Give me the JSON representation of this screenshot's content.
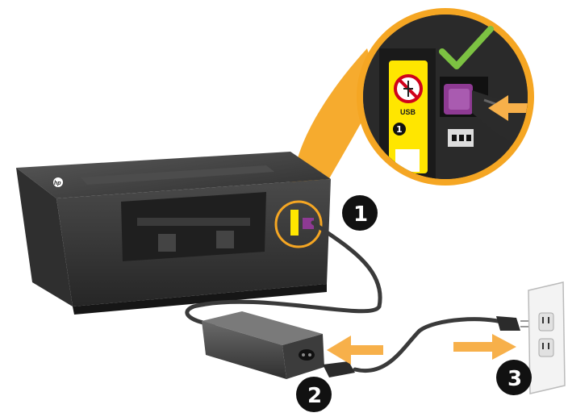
{
  "steps": [
    {
      "number": "1",
      "name": "connect-power-cord-to-printer"
    },
    {
      "number": "2",
      "name": "connect-cord-to-adapter"
    },
    {
      "number": "3",
      "name": "plug-into-wall-outlet"
    }
  ],
  "zoom_label": {
    "text": "USB",
    "step": "1"
  },
  "logo": {
    "text": "hp"
  },
  "colors": {
    "accent_orange": "#f5a623",
    "arrow_orange": "#f7b04a",
    "check_green": "#7cc242",
    "printer_body": "#3a3a3a",
    "usb_label_yellow": "#ffe600",
    "plug_purple": "#8e3a93",
    "outlet": "#f3f3f3",
    "badge_black": "#111111"
  },
  "icons": [
    "no-usb-icon",
    "check-icon",
    "arrow-right-icon",
    "printer-icon",
    "power-adapter-icon",
    "wall-outlet-icon"
  ]
}
